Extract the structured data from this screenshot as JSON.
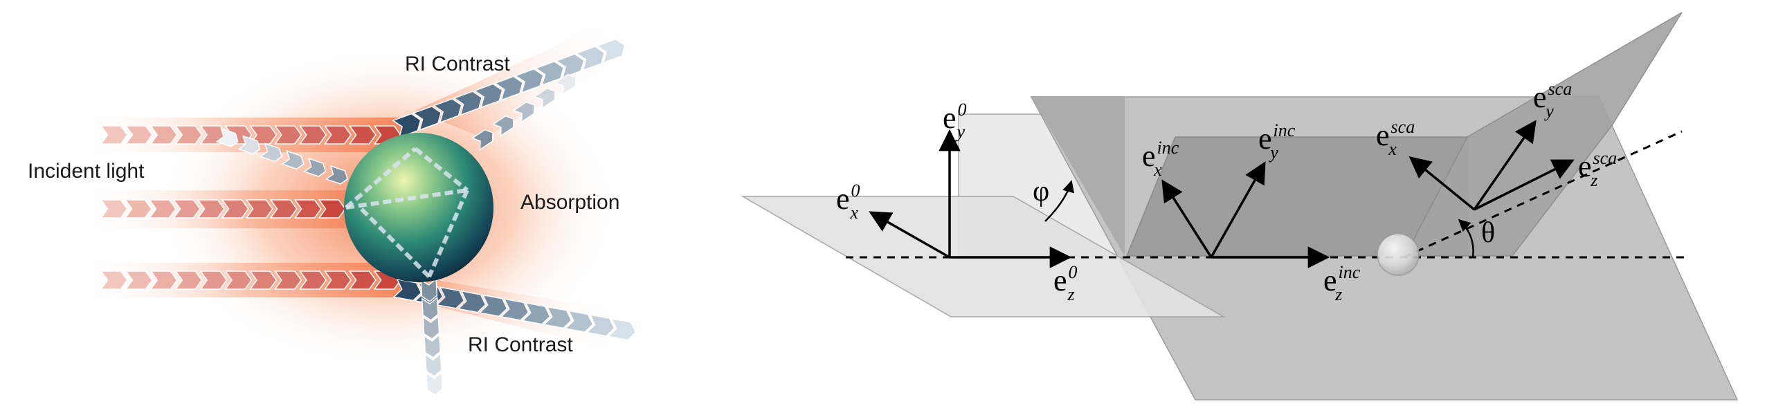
{
  "left_panel": {
    "labels": {
      "ri_contrast_top": "RI Contrast",
      "incident_light": "Incident light",
      "absorption": "Absorption",
      "ri_contrast_bottom": "RI Contrast"
    },
    "colors": {
      "incident_arrow": "#c9463e",
      "scattered_arrow": "#2a4a66",
      "scattered_arrow_light": "#d6e0ea",
      "glow": "#f47a4a",
      "sphere_light": "#e7f2a0",
      "sphere_mid": "#3f9e7e",
      "sphere_dark": "#0d2f3d"
    }
  },
  "right_panel": {
    "vectors": [
      {
        "id": "e0y",
        "base": "e",
        "sub": "y",
        "sup": "0"
      },
      {
        "id": "e0x",
        "base": "e",
        "sub": "x",
        "sup": "0"
      },
      {
        "id": "e0z",
        "base": "e",
        "sub": "z",
        "sup": "0"
      },
      {
        "id": "einc_x",
        "base": "e",
        "sub": "x",
        "sup": "inc"
      },
      {
        "id": "einc_y",
        "base": "e",
        "sub": "y",
        "sup": "inc"
      },
      {
        "id": "einc_z",
        "base": "e",
        "sub": "z",
        "sup": "inc"
      },
      {
        "id": "esca_x",
        "base": "e",
        "sub": "x",
        "sup": "sca"
      },
      {
        "id": "esca_y",
        "base": "e",
        "sub": "y",
        "sup": "sca"
      },
      {
        "id": "esca_z",
        "base": "e",
        "sub": "z",
        "sup": "sca"
      }
    ],
    "angles": {
      "phi": "φ",
      "theta": "θ"
    },
    "colors": {
      "plane_light": "#e4e4e4",
      "plane_mid": "#b9b9b9",
      "plane_dark": "#9a9a9a",
      "plane_edge": "#8a8a8a",
      "arrow": "#000000"
    }
  }
}
